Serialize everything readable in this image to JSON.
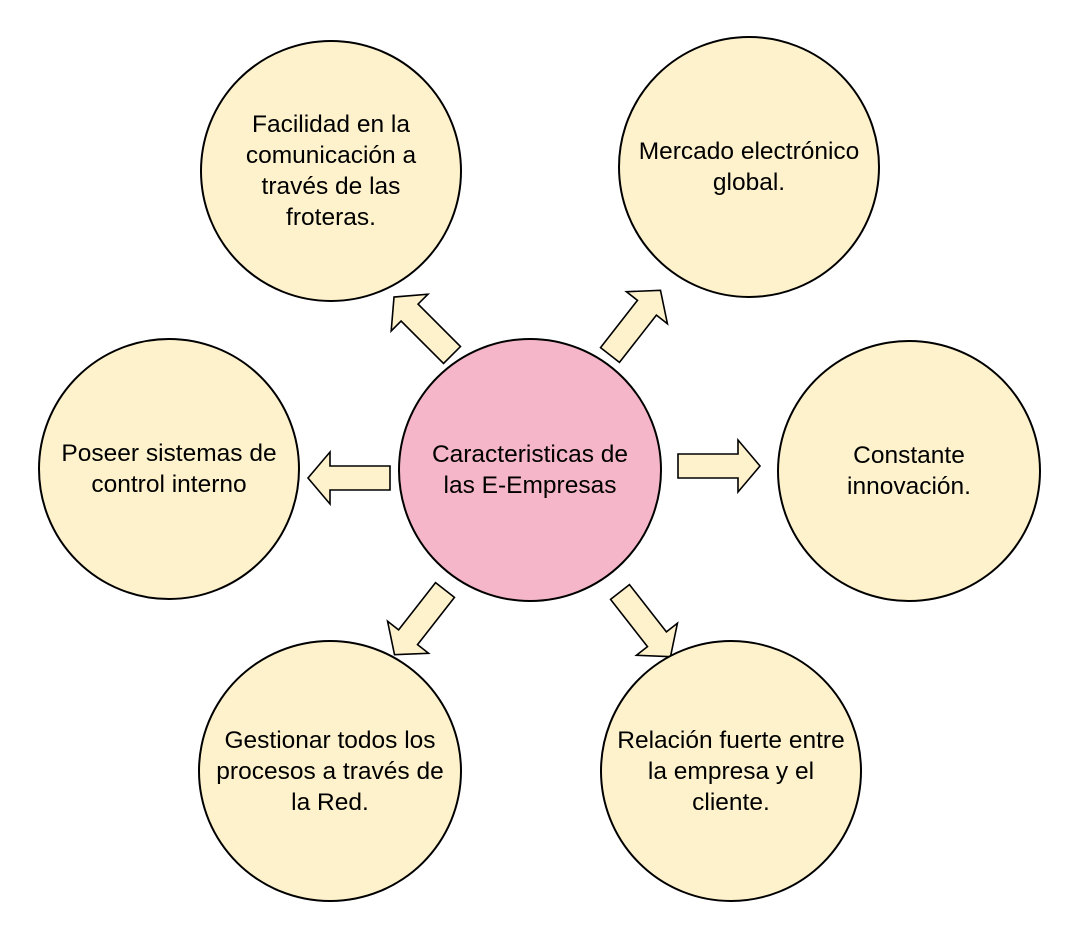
{
  "center": {
    "label": "Caracteristicas de\nlas E-Empresas"
  },
  "nodes": [
    {
      "id": "top-left",
      "label": "Facilidad en la\ncomunicación a\ntravés de las\nfroteras."
    },
    {
      "id": "top-right",
      "label": "Mercado electrónico\nglobal."
    },
    {
      "id": "left",
      "label": "Poseer sistemas de\ncontrol interno"
    },
    {
      "id": "right",
      "label": "Constante\ninnovación."
    },
    {
      "id": "bottom-left",
      "label": "Gestionar todos los\nprocesos a través de\nla Red."
    },
    {
      "id": "bottom-right",
      "label": "Relación fuerte entre\nla empresa y el\ncliente."
    }
  ],
  "colors": {
    "center_fill": "#f4b6c8",
    "node_fill": "#fdf2cc",
    "arrow_fill": "#fdf2cc",
    "stroke": "#000000"
  }
}
